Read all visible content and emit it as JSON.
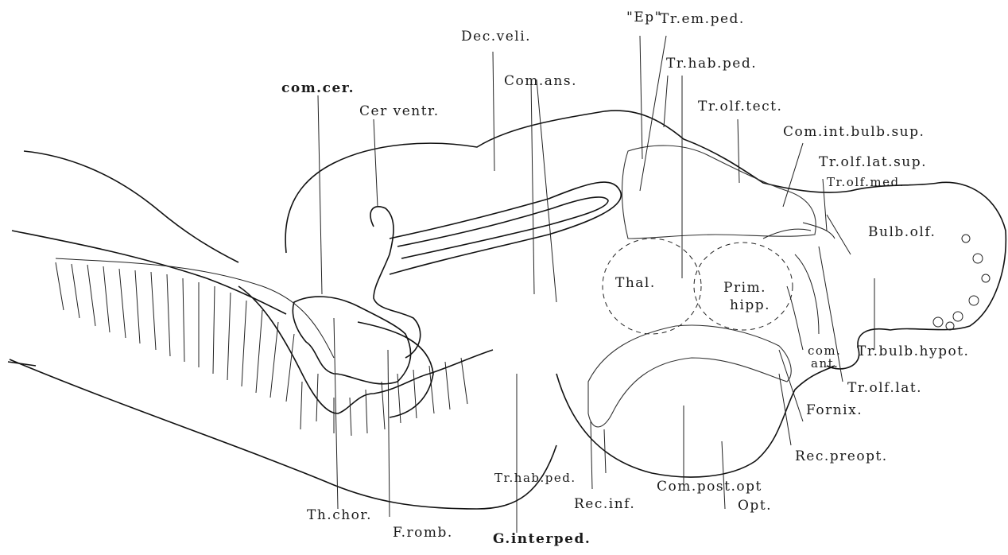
{
  "figure": {
    "labels": {
      "ep": "\"Ep\".",
      "tr_em_ped": "Tr.em.ped.",
      "dec_veli": "Dec.veli.",
      "tr_hab_ped_top": "Tr.hab.ped.",
      "com_cer": "com.cer.",
      "com_ans": "Com.ans.",
      "tr_olf_tect": "Tr.olf.tect.",
      "cer_ventr": "Cer ventr.",
      "com_int_bulb_sup": "Com.int.bulb.sup.",
      "tr_olf_lat_sup": "Tr.olf.lat.sup.",
      "tr_olf_med": "Tr.olf.med.",
      "bulb_olf": "Bulb.olf.",
      "thal": "Thal.",
      "prim_hipp_1": "Prim.",
      "prim_hipp_2": "hipp.",
      "com_ant_1": "com.",
      "com_ant_2": "ant.",
      "tr_bulb_hypot": "Tr.bulb.hypot.",
      "tr_olf_lat": "Tr.olf.lat.",
      "fornix": "Fornix.",
      "rec_preopt": "Rec.preopt.",
      "tr_hab_ped_bottom": "Tr.hab.ped.",
      "com_post_opt": "Com.post.opt",
      "opt": "Opt.",
      "rec_inf": "Rec.inf.",
      "th_chor": "Th.chor.",
      "f_romb": "F.romb.",
      "g_interped": "G.interped."
    }
  }
}
